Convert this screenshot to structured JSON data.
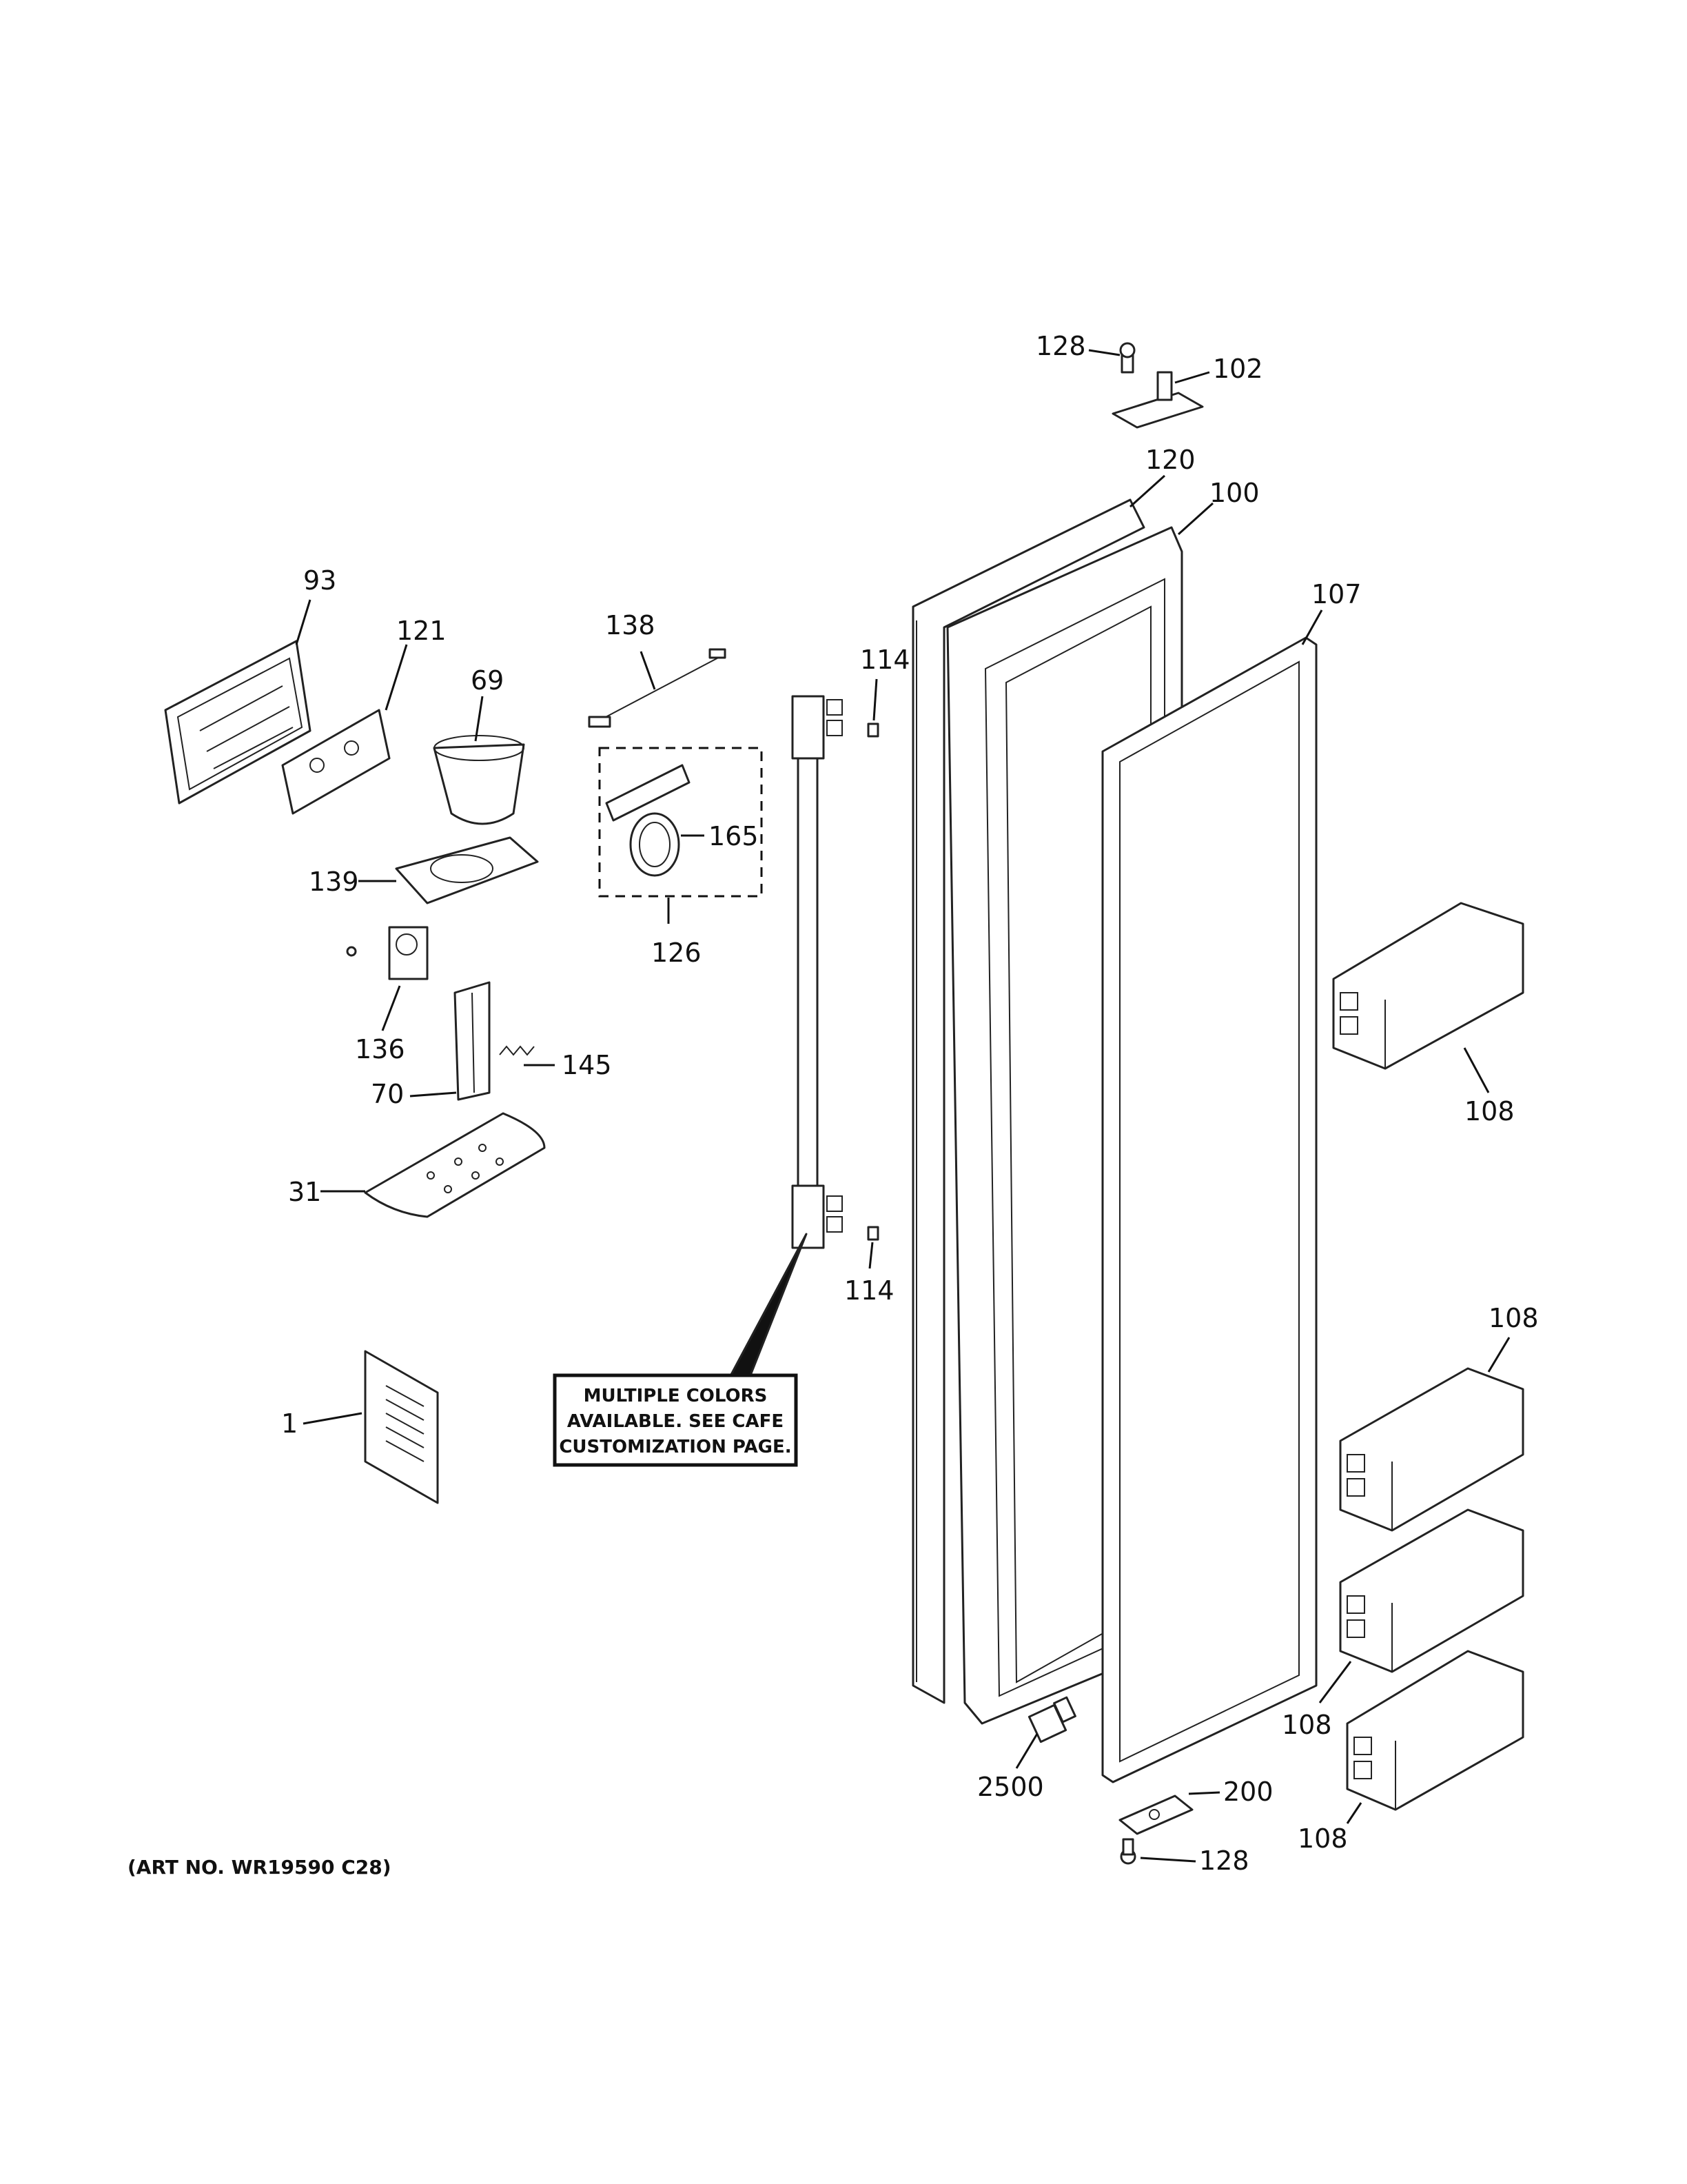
{
  "callouts": {
    "c93": "93",
    "c121": "121",
    "c69": "69",
    "c138": "138",
    "c165": "165",
    "c126": "126",
    "c139": "139",
    "c136": "136",
    "c145": "145",
    "c70": "70",
    "c31": "31",
    "c1": "1",
    "c114_top": "114",
    "c114_bottom": "114",
    "c128_top": "128",
    "c102": "102",
    "c120": "120",
    "c100": "100",
    "c107": "107",
    "c108_a": "108",
    "c108_b": "108",
    "c108_c": "108",
    "c108_d": "108",
    "c2500": "2500",
    "c200": "200",
    "c128_bottom": "128"
  },
  "note": {
    "line1": "MULTIPLE COLORS",
    "line2": "AVAILABLE. SEE CAFE",
    "line3": "CUSTOMIZATION PAGE."
  },
  "art_number": "(ART NO. WR19590 C28)"
}
